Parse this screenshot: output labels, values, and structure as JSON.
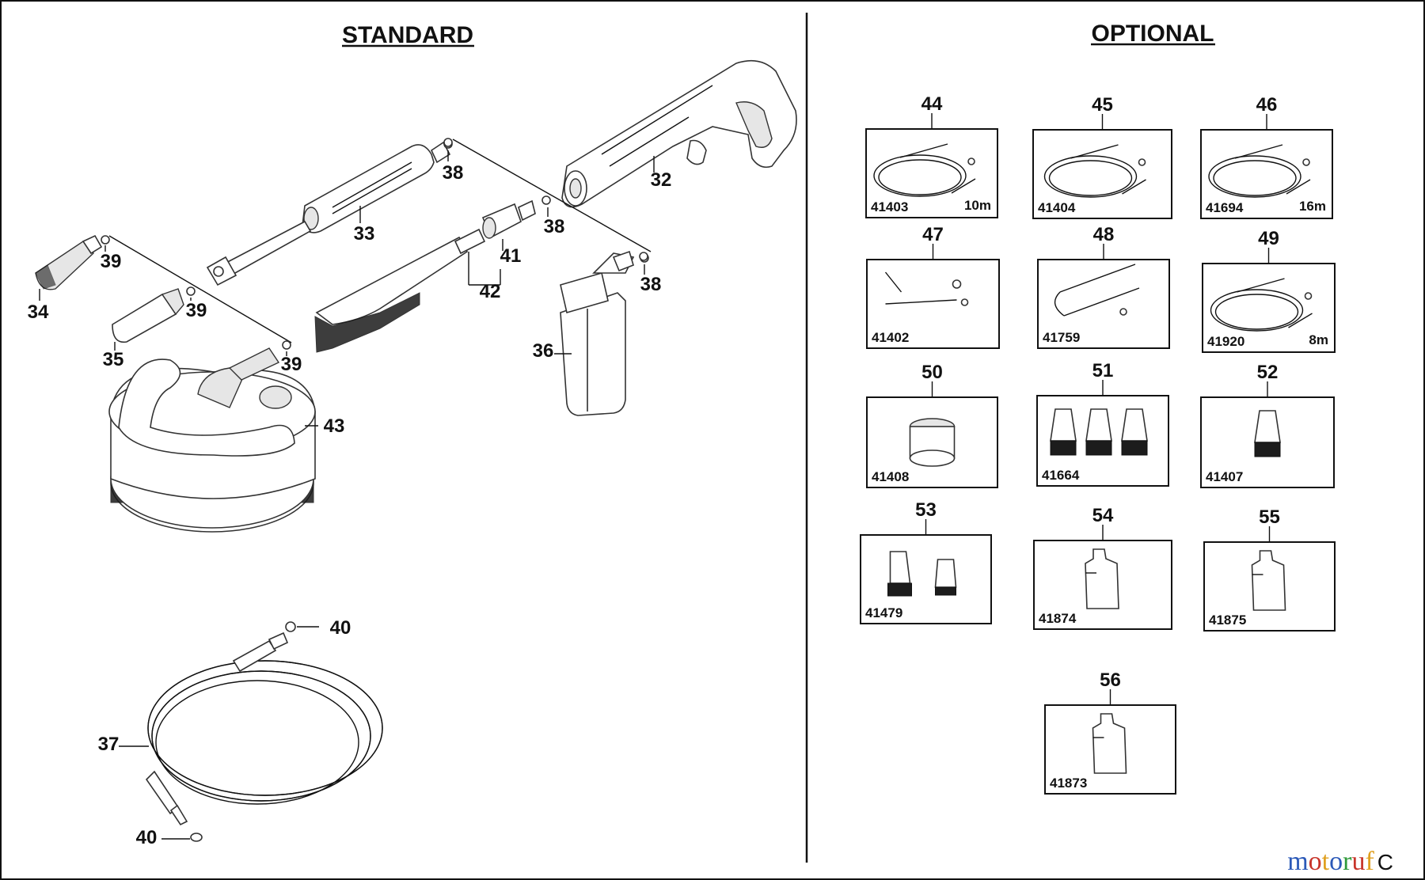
{
  "sections": {
    "standard": "STANDARD",
    "optional": "OPTIONAL"
  },
  "standard_parts": {
    "p32": "32",
    "p33": "33",
    "p34": "34",
    "p35": "35",
    "p36": "36",
    "p37": "37",
    "p38a": "38",
    "p38b": "38",
    "p38c": "38",
    "p39a": "39",
    "p39b": "39",
    "p39c": "39",
    "p40a": "40",
    "p40b": "40",
    "p41": "41",
    "p42": "42",
    "p43": "43"
  },
  "optional_parts": [
    {
      "num": "44",
      "code": "41403",
      "note": "10m"
    },
    {
      "num": "45",
      "code": "41404",
      "note": ""
    },
    {
      "num": "46",
      "code": "41694",
      "note": "16m"
    },
    {
      "num": "47",
      "code": "41402",
      "note": ""
    },
    {
      "num": "48",
      "code": "41759",
      "note": ""
    },
    {
      "num": "49",
      "code": "41920",
      "note": "8m"
    },
    {
      "num": "50",
      "code": "41408",
      "note": ""
    },
    {
      "num": "51",
      "code": "41664",
      "note": ""
    },
    {
      "num": "52",
      "code": "41407",
      "note": ""
    },
    {
      "num": "53",
      "code": "41479",
      "note": ""
    },
    {
      "num": "54",
      "code": "41874",
      "note": ""
    },
    {
      "num": "55",
      "code": "41875",
      "note": ""
    },
    {
      "num": "56",
      "code": "41873",
      "note": ""
    }
  ],
  "watermark": "motoruf",
  "corner_mark": "C"
}
